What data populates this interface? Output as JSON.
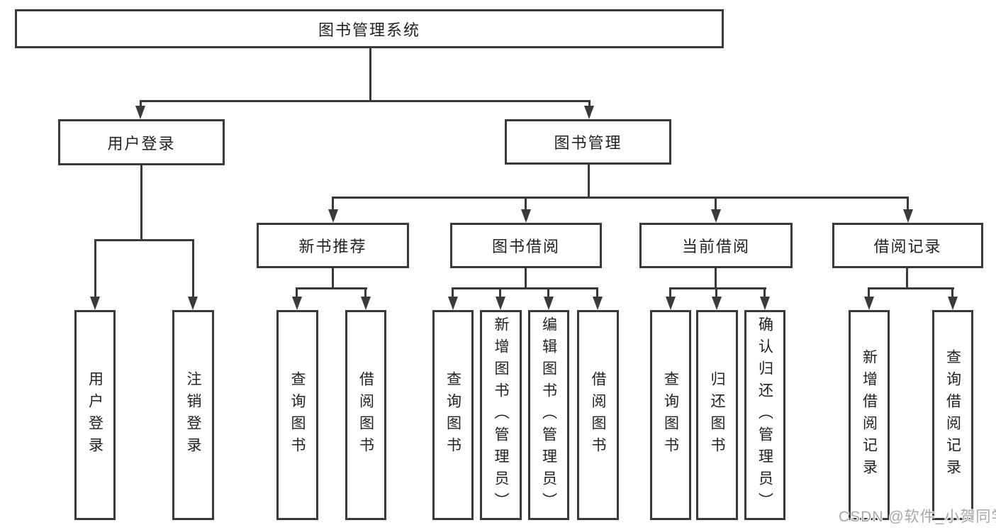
{
  "colors": {
    "line": "#3a3a3a",
    "text": "#222222",
    "background": "#ffffff",
    "watermark": "#a8a8a8"
  },
  "tree": {
    "root": "图书管理系统",
    "branches": [
      {
        "label": "用户登录",
        "children": [
          "用户登录",
          "注销登录"
        ]
      },
      {
        "label": "图书管理",
        "children": [
          {
            "label": "新书推荐",
            "children": [
              "查询图书",
              "借阅图书"
            ]
          },
          {
            "label": "图书借阅",
            "children": [
              "查询图书",
              "新增图书（管理员）",
              "编辑图书（管理员）",
              "借阅图书"
            ]
          },
          {
            "label": "当前借阅",
            "children": [
              "查询图书",
              "归还图书",
              "确认归还（管理员）"
            ]
          },
          {
            "label": "借阅记录",
            "children": [
              "新增借阅记录",
              "查询借阅记录"
            ]
          }
        ]
      }
    ]
  },
  "watermark": "CSDN @软件_小贺同学"
}
